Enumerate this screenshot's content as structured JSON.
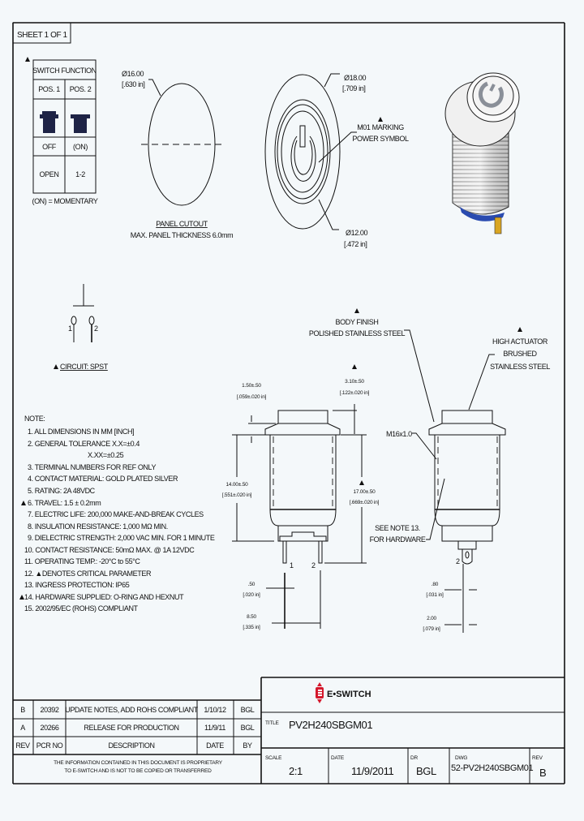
{
  "sheet": "SHEET 1 OF 1",
  "switch_function": {
    "title": "SWITCH FUNCTION",
    "columns": [
      "POS. 1",
      "POS. 2"
    ],
    "states": [
      "OFF",
      "(ON)"
    ],
    "circuits": [
      "OPEN",
      "1-2"
    ],
    "footnote": "(ON) = MOMENTARY"
  },
  "panel_cutout": {
    "diameter": "Ø16.00",
    "diameter_in": "[.630 in]",
    "label": "PANEL CUTOUT",
    "thickness": "MAX. PANEL THICKNESS 6.0mm"
  },
  "front_view": {
    "outer_dia": "Ø18.00",
    "outer_dia_in": "[.709 in]",
    "marking_1": "M01 MARKING",
    "marking_2": "POWER SYMBOL",
    "inner_dia": "Ø12.00",
    "inner_dia_in": "[.472 in]"
  },
  "circuit": {
    "pin1": "1",
    "pin2": "2",
    "label": "CIRCUIT: SPST"
  },
  "side_view": {
    "dim_flange": "1.50±.50",
    "dim_flange_in": "[.059±.020 in]",
    "dim_cap": "3.10±.50",
    "dim_cap_in": "[.122±.020 in]",
    "dim_body": "14.00±.50",
    "dim_body_in": "[.551±.020 in]",
    "dim_total": "17.00±.50",
    "dim_total_in": "[.669±.020 in]",
    "dim_pin": ".50",
    "dim_pin_in": "[.020 in]",
    "dim_pitch": "8.50",
    "dim_pitch_in": "[.335 in]",
    "pin1": "1",
    "pin2": "2"
  },
  "side_view_2": {
    "body_finish_1": "BODY FINISH",
    "body_finish_2": "POLISHED STAINLESS STEEL",
    "actuator_1": "HIGH ACTUATOR",
    "actuator_2": "BRUSHED",
    "actuator_3": "STAINLESS STEEL",
    "thread": "M16x1.0",
    "hardware_1": "SEE NOTE 13.",
    "hardware_2": "FOR HARDWARE",
    "pin": "2",
    "dim_tab": ".80",
    "dim_tab_in": "[.031 in]",
    "dim_hole": "2.00",
    "dim_hole_in": "[.079 in]"
  },
  "notes": {
    "title": "NOTE:",
    "items": [
      "1. ALL DIMENSIONS IN MM [INCH]",
      "2. GENERAL TOLERANCE  X.X=±0.4",
      "X.XX=±0.25",
      "3. TERMINAL NUMBERS FOR REF ONLY",
      "4. CONTACT MATERIAL: GOLD PLATED SILVER",
      "5. RATING: 2A 48VDC",
      "6. TRAVEL: 1.5 ± 0.2mm",
      "7. ELECTRIC LIFE: 200,000 MAKE-AND-BREAK CYCLES",
      "8. INSULATION RESISTANCE: 1,000 MΩ MIN.",
      "9. DIELECTRIC STRENGTH: 2,000 VAC MIN. FOR 1 MINUTE",
      "10. CONTACT RESISTANCE: 50mΩ MAX. @ 1A 12VDC",
      "11. OPERATING TEMP.: -20°C to 55°C",
      "12. ▲DENOTES CRITICAL PARAMETER",
      "13. INGRESS PROTECTION: IP65",
      "14. HARDWARE SUPPLIED: O-RING AND HEXNUT",
      "15. 2002/95/EC (ROHS) COMPLIANT"
    ]
  },
  "revisions": {
    "headers": [
      "REV",
      "PCR NO",
      "DESCRIPTION",
      "DATE",
      "BY"
    ],
    "rows": [
      [
        "B",
        "20392",
        "UPDATE NOTES, ADD ROHS COMPLIANT",
        "1/10/12",
        "BGL"
      ],
      [
        "A",
        "20266",
        "RELEASE FOR PRODUCTION",
        "11/9/11",
        "BGL"
      ]
    ],
    "disclaimer_1": "THE INFORMATION CONTAINED IN THIS DOCUMENT IS PROPRIETARY",
    "disclaimer_2": "TO E-SWITCH AND IS NOT TO BE COPIED OR TRANSFERRED"
  },
  "title_block": {
    "logo": "E•SWITCH",
    "brand_color": "#d4182c",
    "title_label": "TITLE",
    "title": "PV2H240SBGM01",
    "scale_label": "SCALE",
    "scale": "2:1",
    "date_label": "DATE",
    "date": "11/9/2011",
    "dr_label": "DR",
    "dr": "BGL",
    "dwg_label": "DWG",
    "dwg": "52-PV2H240SBGM01",
    "rev_label": "REV",
    "rev": "B"
  }
}
